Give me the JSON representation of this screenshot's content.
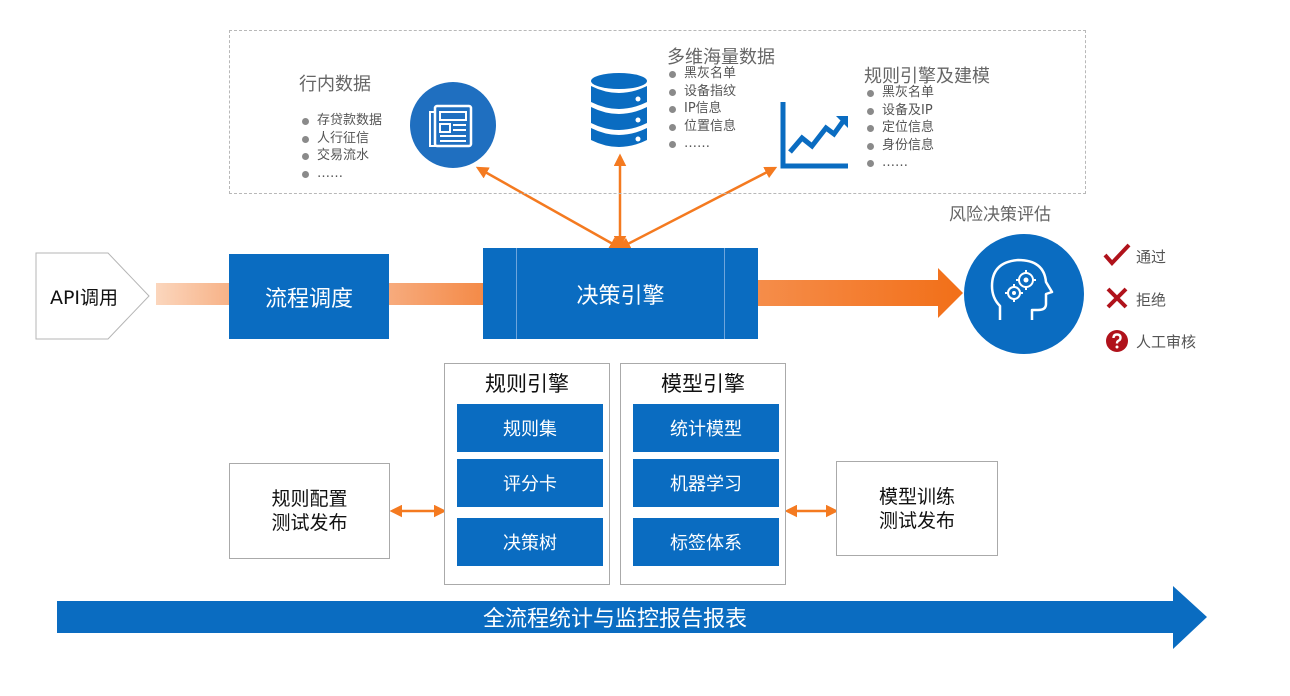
{
  "sources": [
    {
      "title": "行内数据",
      "icon": "newspaper-icon",
      "items": [
        "存贷款数据",
        "人行征信",
        "交易流水",
        "……"
      ]
    },
    {
      "title": "多维海量数据",
      "icon": "database-icon",
      "items": [
        "黑灰名单",
        "设备指纹",
        "IP信息",
        "位置信息",
        "……"
      ]
    },
    {
      "title": "规则引擎及建模",
      "icon": "trend-chart-icon",
      "items": [
        "黑灰名单",
        "设备及IP",
        "定位信息",
        "身份信息",
        "……"
      ]
    }
  ],
  "flow": {
    "api_label": "API调用",
    "scheduler_label": "流程调度",
    "engine_label": "决策引擎",
    "risk_title": "风险决策评估",
    "risk_icon": "brain-gears-icon"
  },
  "outcomes": [
    {
      "label": "通过",
      "icon": "check-icon"
    },
    {
      "label": "拒绝",
      "icon": "cross-icon"
    },
    {
      "label": "人工审核",
      "icon": "question-icon"
    }
  ],
  "rule_engine": {
    "title": "规则引擎",
    "items": [
      "规则集",
      "评分卡",
      "决策树"
    ]
  },
  "model_engine": {
    "title": "模型引擎",
    "items": [
      "统计模型",
      "机器学习",
      "标签体系"
    ]
  },
  "left_box": {
    "line1": "规则配置",
    "line2": "测试发布"
  },
  "right_box": {
    "line1": "模型训练",
    "line2": "测试发布"
  },
  "footer": {
    "label": "全流程统计与监控报告报表"
  },
  "colors": {
    "blue": "#0a6cc1",
    "orange": "#f47a20",
    "dark_red": "#b0121b"
  }
}
